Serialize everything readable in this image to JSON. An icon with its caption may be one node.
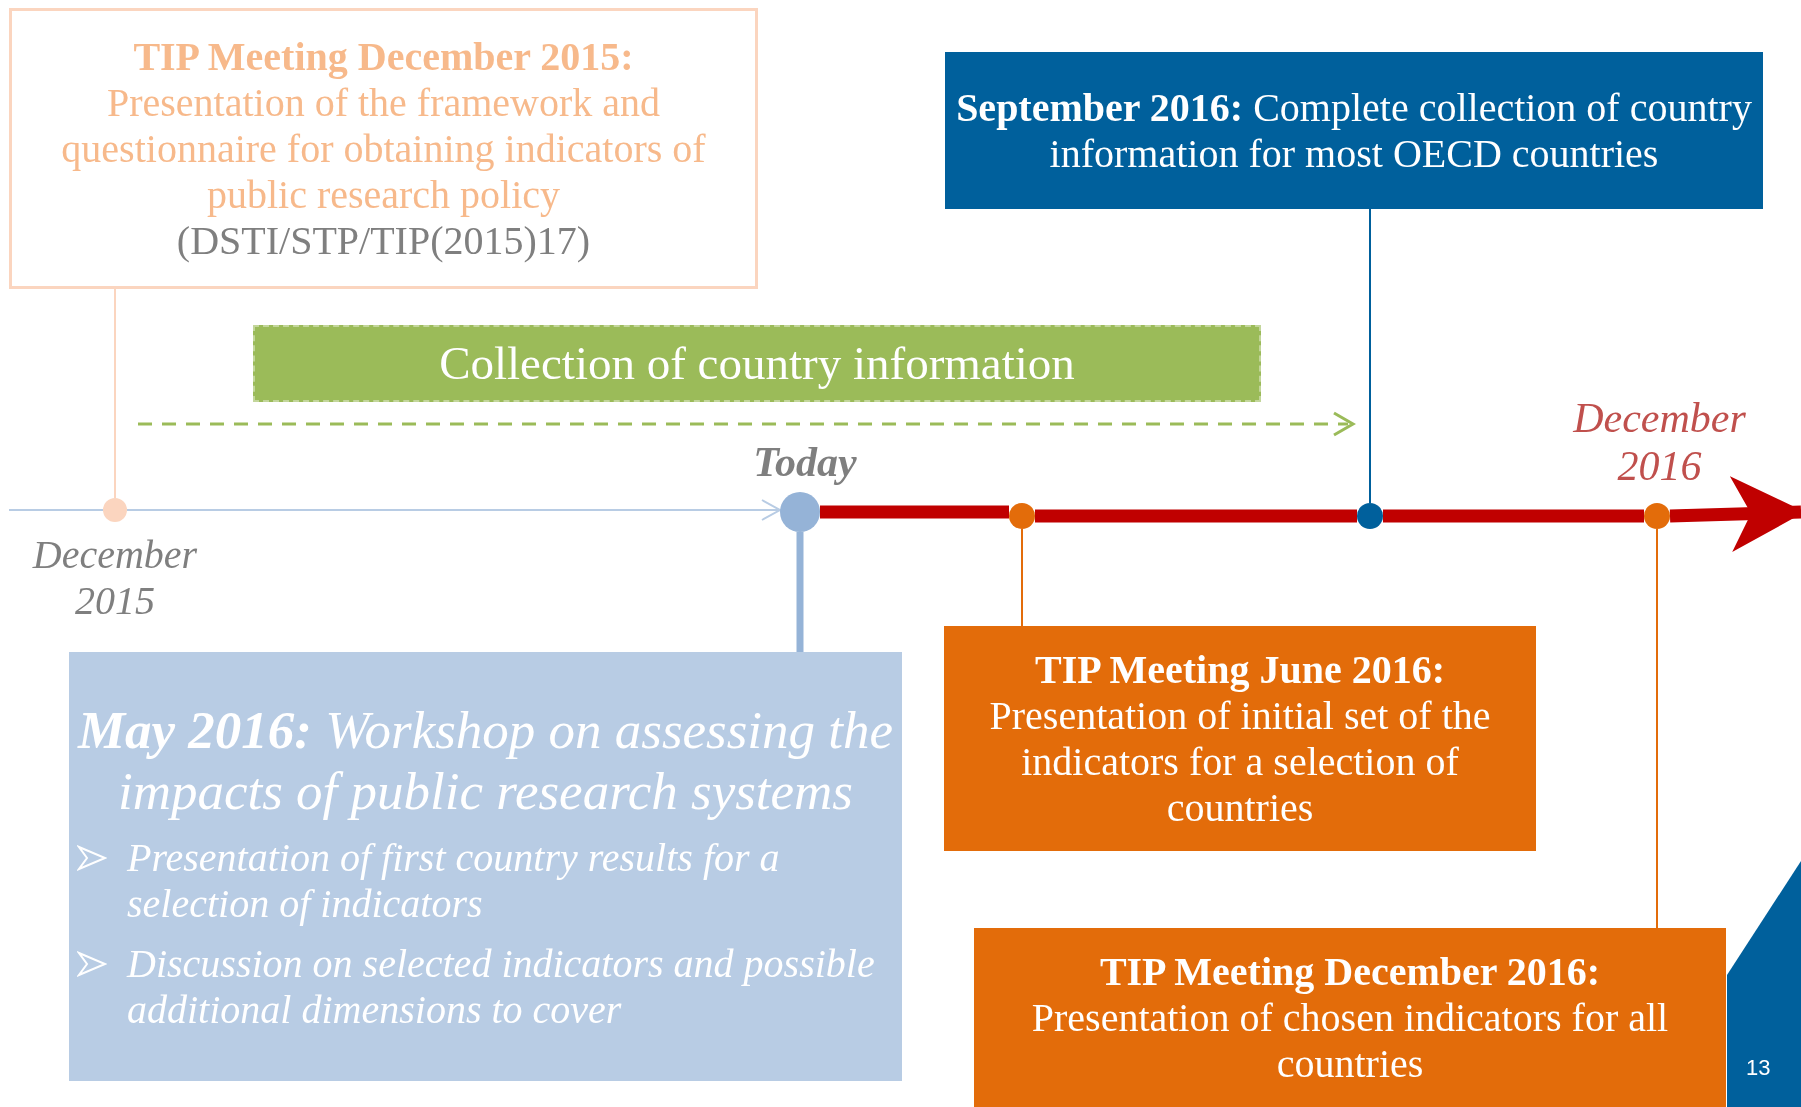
{
  "diagram": {
    "nodes": [
      {
        "text": [
          "TIP Meeting December 2015:",
          "Presentation of the framework and questionnaire for obtaining indicators of public research policy",
          "(DSTI/STP/TIP(2015)17)"
        ]
      },
      {
        "text": [
          "**September 2016:** Complete collection of country information for most OECD countries"
        ]
      },
      {
        "text": [
          "Collection of country information"
        ]
      },
      {
        "text": [
          "**May 2016:** Workshop on assessing the impacts of public research systems",
          "Presentation of first country results for a selection of indicators",
          "Discussion on selected indicators and possible additional dimensions to cover"
        ]
      },
      {
        "text": [
          "TIP Meeting June 2016:",
          "Presentation of initial set of the indicators for a selection of countries"
        ]
      },
      {
        "text": [
          "TIP Meeting December 2016:",
          "Presentation of chosen indicators for all countries"
        ]
      },
      {
        "text": [],
        "shape": "circle",
        "beside": [
          "December 2015"
        ]
      },
      {
        "text": [],
        "shape": "circle",
        "beside": [
          "Today"
        ]
      },
      {
        "text": [],
        "shape": "circle"
      },
      {
        "text": [],
        "shape": "circle"
      },
      {
        "text": [],
        "shape": "circle",
        "beside": [
          "December 2016"
        ]
      }
    ],
    "edges": [
      {
        "from": 0,
        "to": 6,
        "arrow": "none",
        "color": "#fbd5bf"
      },
      {
        "from": 6,
        "to": 7,
        "arrow": "to",
        "color": "#b8cce4"
      },
      {
        "from": 7,
        "to": 3,
        "arrow": "none",
        "style": "thick",
        "color": "#95b3d7"
      },
      {
        "from": 7,
        "to": 8,
        "arrow": "none",
        "style": "thick",
        "color": "#c00000"
      },
      {
        "from": 8,
        "to": 9,
        "arrow": "none",
        "style": "thick",
        "color": "#c00000"
      },
      {
        "from": 9,
        "to": 10,
        "arrow": "none",
        "style": "thick",
        "color": "#c00000"
      },
      {
        "from": 10,
        "to": null,
        "arrow": "to",
        "style": "thick",
        "color": "#c00000"
      },
      {
        "from": 8,
        "to": 4,
        "arrow": "none",
        "color": "#e36c0a"
      },
      {
        "from": 9,
        "to": 1,
        "arrow": "none",
        "color": "#00609c"
      },
      {
        "from": 10,
        "to": 5,
        "arrow": "none",
        "color": "#e36c0a"
      }
    ],
    "labels": [
      "13"
    ]
  }
}
